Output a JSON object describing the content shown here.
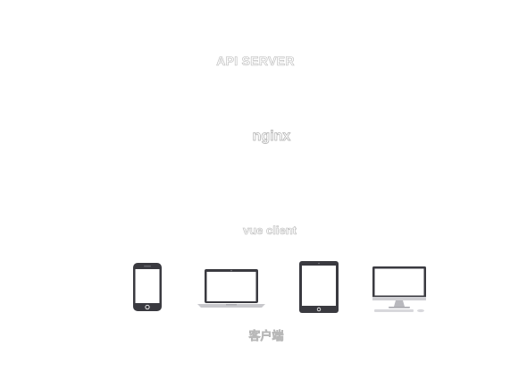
{
  "layers": {
    "api_server": "API SERVER",
    "nginx": "nginx",
    "vue_client": "vue client",
    "client": "客户端"
  },
  "devices": [
    {
      "name": "phone",
      "icon": "smartphone-icon"
    },
    {
      "name": "laptop",
      "icon": "laptop-icon"
    },
    {
      "name": "tablet",
      "icon": "tablet-icon"
    },
    {
      "name": "desktop",
      "icon": "desktop-monitor-icon"
    }
  ],
  "colors": {
    "device_dark": "#3a3a40",
    "device_screen": "#ffffff",
    "label_outline": "#b8b8b8",
    "device_light": "#c8c8c8"
  }
}
